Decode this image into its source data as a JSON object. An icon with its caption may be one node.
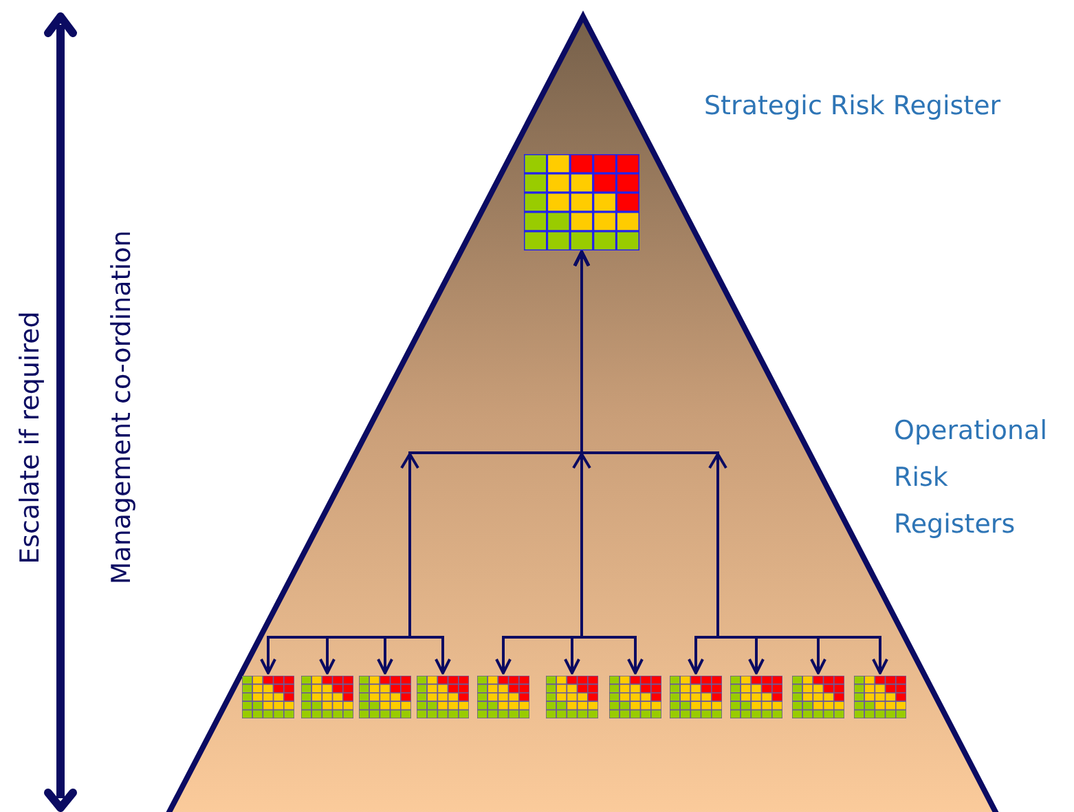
{
  "diagram": {
    "nodes": [
      {
        "text": [],
        "shape": "picture"
      },
      {
        "text": [],
        "shape": "picture"
      },
      {
        "text": [],
        "shape": "picture"
      },
      {
        "text": [],
        "shape": "picture"
      },
      {
        "text": [],
        "shape": "picture"
      },
      {
        "text": [],
        "shape": "picture"
      },
      {
        "text": [],
        "shape": "picture"
      },
      {
        "text": [],
        "shape": "picture"
      },
      {
        "text": [],
        "shape": "picture"
      },
      {
        "text": [],
        "shape": "picture"
      },
      {
        "text": [],
        "shape": "picture"
      },
      {
        "text": [],
        "shape": "picture"
      }
    ],
    "edges": [
      {
        "from": 1,
        "to": 0,
        "arrow": "both"
      },
      {
        "from": 2,
        "to": 0,
        "arrow": "both"
      },
      {
        "from": 3,
        "to": 0,
        "arrow": "both"
      },
      {
        "from": 4,
        "to": 0,
        "arrow": "both"
      },
      {
        "from": 5,
        "to": 0,
        "arrow": "both"
      },
      {
        "from": 6,
        "to": 0,
        "arrow": "both"
      },
      {
        "from": 7,
        "to": 0,
        "arrow": "both"
      },
      {
        "from": 8,
        "to": 0,
        "arrow": "both"
      },
      {
        "from": 9,
        "to": 0,
        "arrow": "both"
      },
      {
        "from": 10,
        "to": 0,
        "arrow": "both"
      },
      {
        "from": 11,
        "to": 0,
        "arrow": "both"
      }
    ],
    "labels": [
      "Strategic Risk Register",
      "Operational Risk Registers",
      "Escalate if required",
      "Management co-ordination"
    ]
  }
}
